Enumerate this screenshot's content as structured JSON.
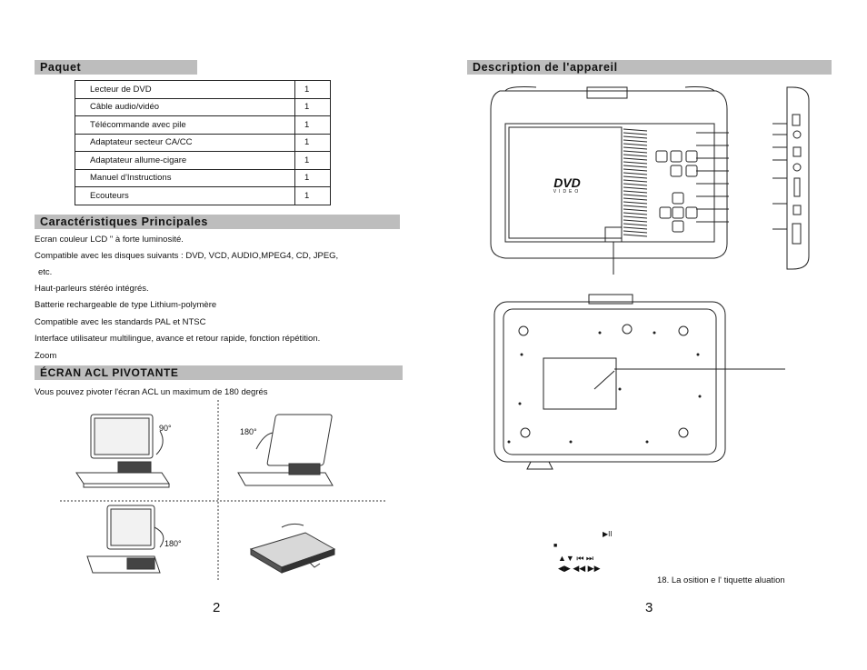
{
  "left_page": {
    "package": {
      "heading": "Paquet",
      "items": [
        {
          "name": "Lecteur de DVD",
          "qty": "1"
        },
        {
          "name": "Câble audio/vidéo",
          "qty": "1"
        },
        {
          "name": "Télécommande avec pile",
          "qty": "1"
        },
        {
          "name": "Adaptateur secteur CA/CC",
          "qty": "1"
        },
        {
          "name": "Adaptateur allume-cigare",
          "qty": "1"
        },
        {
          "name": "Manuel d'Instructions",
          "qty": "1"
        },
        {
          "name": "Ecouteurs",
          "qty": "1"
        }
      ]
    },
    "features": {
      "heading": "Caractéristiques Principales",
      "lines": [
        "Ecran couleur LCD      \" à forte luminosité.",
        "Compatible avec les disques suivants : DVD, VCD, AUDIO,MPEG4, CD, JPEG,",
        "etc.",
        "Haut-parleurs stéréo intégrés.",
        "Batterie rechargeable de type Lithium-polymère",
        "Compatible avec les standards PAL et NTSC",
        "Interface utilisateur multilingue, avance et retour rapide, fonction répétition.",
        "Zoom"
      ]
    },
    "rotation": {
      "heading": "ÉCRAN ACL PIVOTANTE",
      "text": "Vous pouvez pivoter l'écran ACL un maximum de 180 degrés",
      "labels": [
        "90°",
        "180°",
        "180°"
      ]
    },
    "page_number": "2"
  },
  "right_page": {
    "description": {
      "heading": "Description de l'appareil",
      "dvd_logo": "DVD",
      "dvd_sub": "VIDEO"
    },
    "legend": {
      "play_pause": "▶II",
      "stop": "■",
      "row1": "▲▼  ⏮  ⏭",
      "row2": "◀▶  ◀◀  ▶▶",
      "label_18": "18. La   osition   e l'  tiquette   aluation"
    },
    "page_number": "3"
  }
}
